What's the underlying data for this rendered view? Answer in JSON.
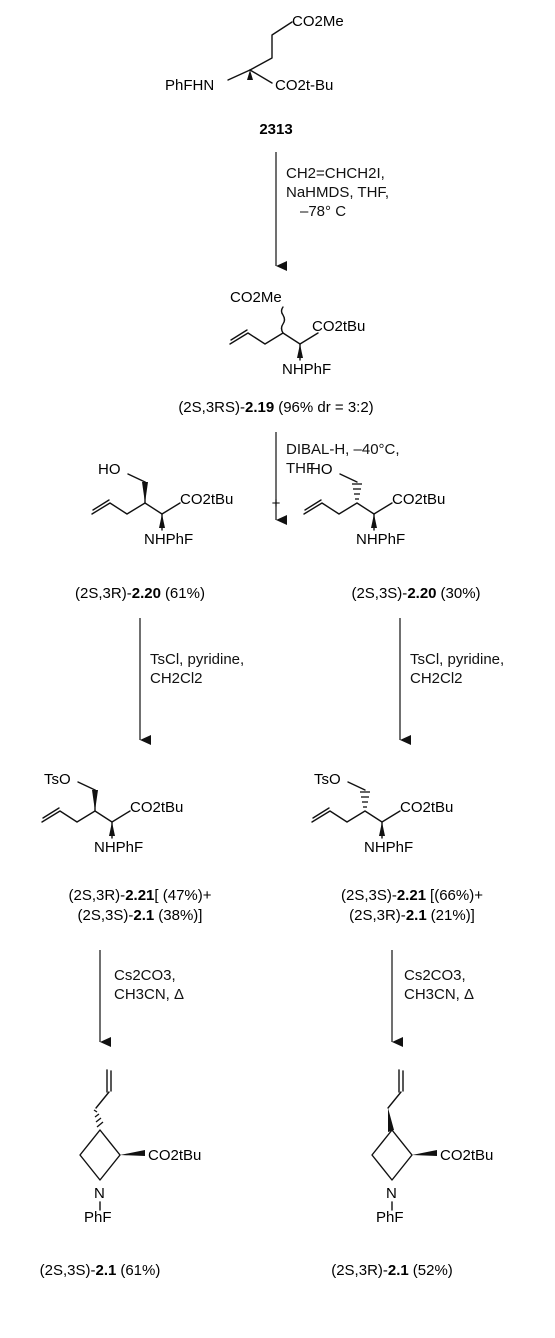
{
  "compounds": {
    "start": {
      "id": "2313",
      "ester": "CO2Me",
      "ester2": "CO2t-Bu",
      "amine": "PhFHN"
    },
    "c219": {
      "stereo": "(2S,3RS)-",
      "id": "2.19",
      "note": "(96% dr = 3:2)",
      "ester": "CO2Me",
      "ester2": "CO2tBu",
      "amine": "NHPhF"
    },
    "c220a": {
      "stereo": "(2S,3R)-",
      "id": "2.20",
      "note": "(61%)",
      "oh": "HO",
      "ester": "CO2tBu",
      "amine": "NHPhF"
    },
    "c220b": {
      "stereo": "(2S,3S)-",
      "id": "2.20",
      "note": "(30%)",
      "oh": "HO",
      "ester": "CO2tBu",
      "amine": "NHPhF"
    },
    "c221a": {
      "line1_stereo": "(2S,3R)-",
      "line1_id": "2.21",
      "line1_note": "[ (47%)+",
      "line2_stereo": "(2S,3S)-",
      "line2_id": "2.1",
      "line2_note": "(38%)]",
      "ots": "TsO",
      "ester": "CO2tBu",
      "amine": "NHPhF"
    },
    "c221b": {
      "line1_stereo": "(2S,3S)-",
      "line1_id": "2.21",
      "line1_note": "[(66%)+",
      "line2_stereo": "(2S,3R)-",
      "line2_id": "2.1",
      "line2_note": "(21%)]",
      "ots": "TsO",
      "ester": "CO2tBu",
      "amine": "NHPhF"
    },
    "az_a": {
      "stereo": "(2S,3S)-",
      "id": "2.1",
      "note": "(61%)",
      "ester": "CO2tBu",
      "n": "N",
      "pg": "PhF"
    },
    "az_b": {
      "stereo": "(2S,3R)-",
      "id": "2.1",
      "note": "(52%)",
      "ester": "CO2tBu",
      "n": "N",
      "pg": "PhF"
    }
  },
  "plus": "+",
  "conditions": {
    "step1": [
      "CH2=CHCH2I,",
      "NaHMDS, THF,",
      "–78° C"
    ],
    "step2": [
      "DIBAL-H, –40°C,",
      "THF"
    ],
    "step3a": [
      "TsCl, pyridine,",
      "CH2Cl2"
    ],
    "step3b": [
      "TsCl, pyridine,",
      "CH2Cl2"
    ],
    "step4a": [
      "Cs2CO3,",
      "CH3CN, Δ"
    ],
    "step4b": [
      "Cs2CO3,",
      "CH3CN, Δ"
    ]
  }
}
